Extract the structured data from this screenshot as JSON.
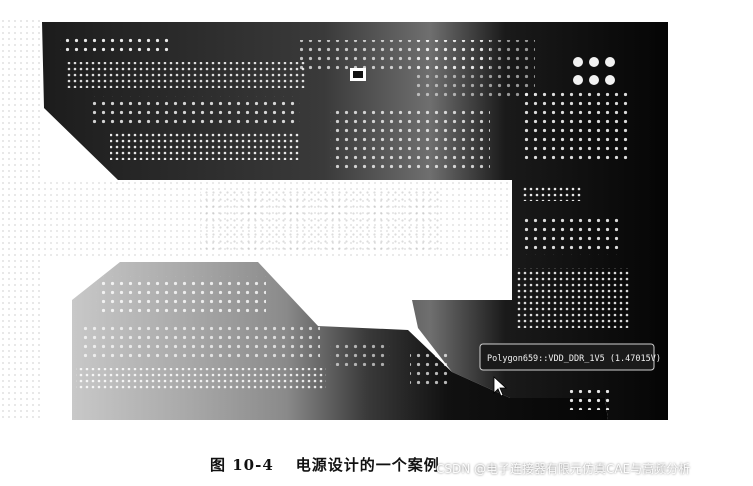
{
  "figure": {
    "tooltip": "Polygon659::VDD_DDR_1V5 (1.47015V)",
    "cursor_icon": "arrow-cursor-icon"
  },
  "caption": {
    "number": "图 10-4",
    "text": "电源设计的一个案例"
  },
  "watermark": "CSDN @电子连接器有限元仿真CAE与高频分析"
}
